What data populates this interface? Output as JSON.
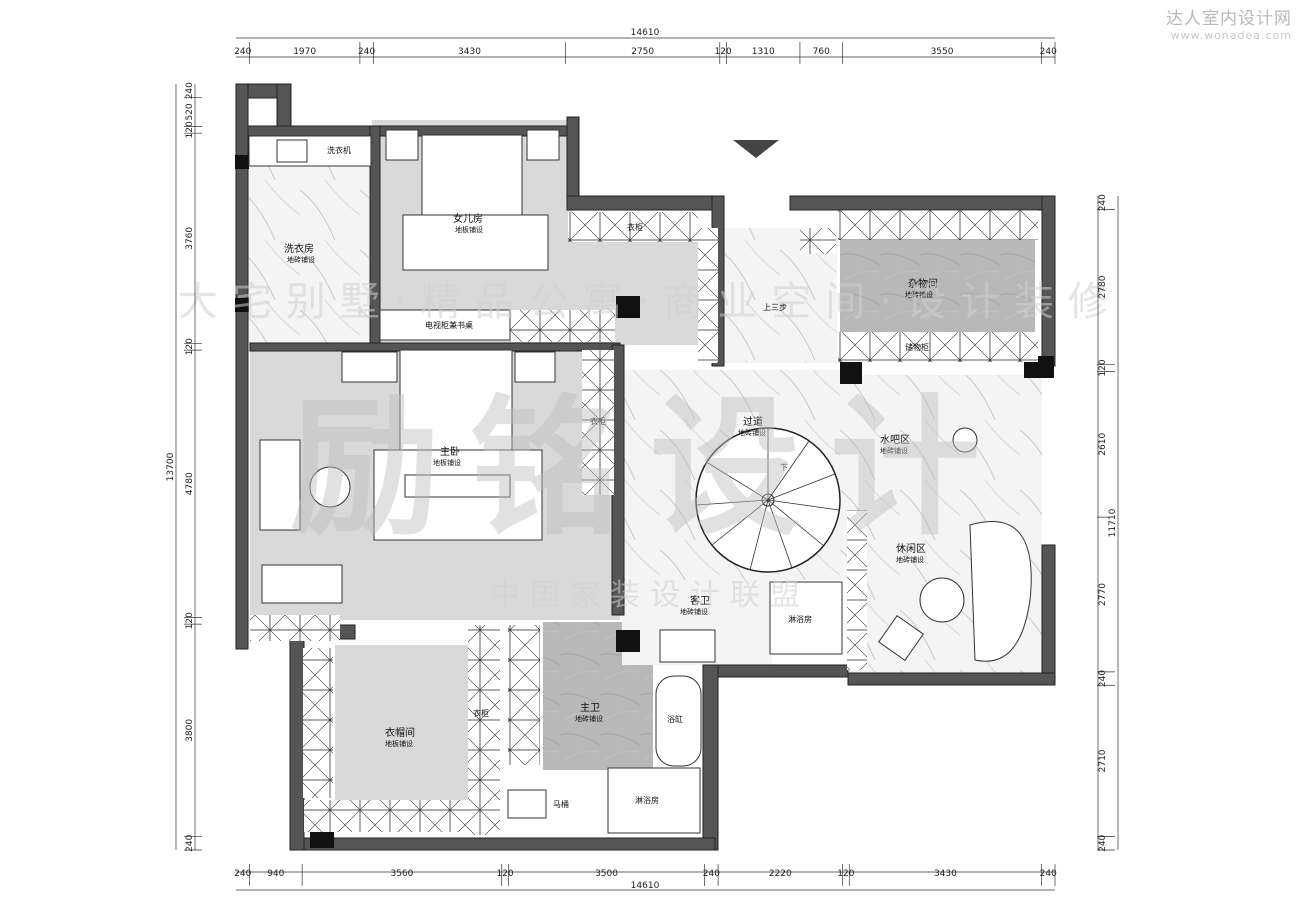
{
  "watermark": {
    "site_name": "达人室内设计网",
    "site_url": "www.wonadea.com",
    "tagline": "大宅别墅·精品公寓·商业空间·设计装修",
    "brand": "励铭设计",
    "subtitle": "中国家装设计联盟"
  },
  "dimensions": {
    "top_total": "14610",
    "top": [
      "240",
      "1970",
      "240",
      "3430",
      "2750",
      "120",
      "1310",
      "760",
      "3550",
      "240"
    ],
    "bottom_total": "14610",
    "bottom": [
      "240",
      "940",
      "3560",
      "120",
      "3500",
      "240",
      "2220",
      "120",
      "3430",
      "240"
    ],
    "left_total": "13700",
    "left": [
      "240",
      "520",
      "120",
      "3760",
      "120",
      "4780",
      "120",
      "3800",
      "240"
    ],
    "right_total": "11710",
    "right": [
      "240",
      "2780",
      "120",
      "2610",
      "2770",
      "240",
      "2710",
      "240"
    ]
  },
  "rooms": {
    "laundry": {
      "name": "洗衣房",
      "floor": "地砖铺设"
    },
    "daughter": {
      "name": "女儿房",
      "floor": "地板铺设"
    },
    "master": {
      "name": "主卧",
      "floor": "地板铺设"
    },
    "corridor": {
      "name": "过道",
      "floor": "地砖铺设"
    },
    "storage": {
      "name": "杂物间",
      "floor": "地砖铺设"
    },
    "bar": {
      "name": "水吧区",
      "floor": "地砖铺设"
    },
    "leisure": {
      "name": "休闲区",
      "floor": "地砖铺设"
    },
    "guest_bath": {
      "name": "客卫",
      "floor": "地砖铺设"
    },
    "cloakroom": {
      "name": "衣帽间",
      "floor": "地板铺设"
    },
    "master_bath": {
      "name": "主卫",
      "floor": "地砖铺设"
    }
  },
  "labels": {
    "washer": "洗衣机",
    "tv_desk": "电视柜兼书桌",
    "wardrobe": "衣柜",
    "wardrobe2": "衣柜",
    "wardrobe3": "衣柜",
    "storage_cab": "储物柜",
    "steps": "上三步",
    "down": "下",
    "shower1": "淋浴房",
    "shower2": "淋浴房",
    "bathtub": "浴缸",
    "toilet": "马桶"
  }
}
